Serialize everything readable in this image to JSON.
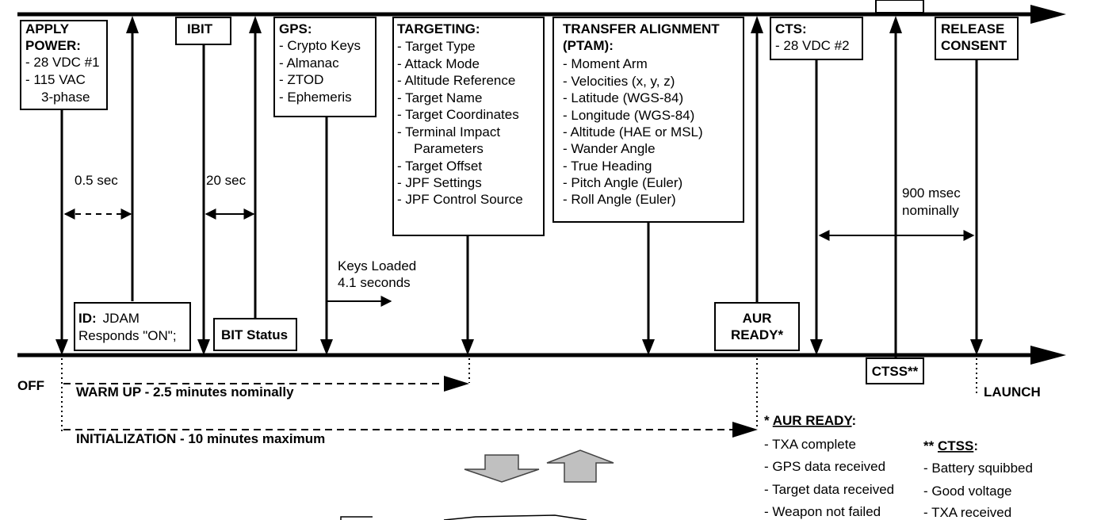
{
  "apply_power": {
    "title": [
      "APPLY",
      "POWER:"
    ],
    "items": [
      "- 28 VDC #1",
      "- 115 VAC",
      "3-phase"
    ]
  },
  "ibit": {
    "title": "IBIT"
  },
  "gps": {
    "title": "GPS:",
    "items": [
      "- Crypto Keys",
      "- Almanac",
      "- ZTOD",
      "- Ephemeris"
    ]
  },
  "targeting": {
    "title": "TARGETING:",
    "items": [
      "- Target Type",
      "- Attack Mode",
      "- Altitude Reference",
      "- Target Name",
      "- Target Coordinates",
      "- Terminal Impact",
      "Parameters",
      "- Target Offset",
      "- JPF Settings",
      "- JPF Control Source"
    ]
  },
  "transfer_alignment": {
    "title": [
      "TRANSFER ALIGNMENT",
      "(PTAM):"
    ],
    "items": [
      "- Moment Arm",
      "- Velocities (x, y, z)",
      "- Latitude (WGS-84)",
      "- Longitude (WGS-84)",
      "- Altitude (HAE or MSL)",
      "- Wander Angle",
      "- True Heading",
      "- Pitch Angle (Euler)",
      "- Roll Angle (Euler)"
    ]
  },
  "cts": {
    "title": "CTS:",
    "items": [
      "- 28 VDC #2"
    ]
  },
  "release_consent": {
    "title": [
      "RELEASE",
      "CONSENT"
    ]
  },
  "id_box": {
    "label": "ID:",
    "lines": [
      "JDAM",
      "Responds \"ON\";"
    ]
  },
  "bit_status": {
    "title": "BIT Status"
  },
  "aur_ready_box": {
    "lines": [
      "AUR",
      "READY*"
    ]
  },
  "ctss_box": {
    "title": "CTSS**"
  },
  "intervals": {
    "power_to_id": "0.5 sec",
    "ibit_to_status": "20 sec",
    "keys_loaded": [
      "Keys Loaded",
      "4.1 seconds"
    ],
    "cts_to_consent": [
      "900 msec",
      "nominally"
    ]
  },
  "timeline": {
    "off": "OFF",
    "launch": "LAUNCH",
    "warm_up": "WARM UP -  2.5 minutes nominally",
    "initialization": "INITIALIZATION -  10 minutes maximum"
  },
  "aur_ready_notes": {
    "title_prefix": "* ",
    "title": "AUR READY",
    "title_suffix": ":",
    "items": [
      "- TXA complete",
      "- GPS data received",
      "- Target data received",
      "- Weapon not failed"
    ]
  },
  "ctss_notes": {
    "title_prefix": "** ",
    "title": "CTSS",
    "title_suffix": ":",
    "items": [
      "- Battery squibbed",
      "- Good voltage",
      "- TXA received"
    ]
  },
  "colors": {
    "line": "#000000",
    "background": "#ffffff",
    "block_arrow": "#c0c0c0"
  }
}
